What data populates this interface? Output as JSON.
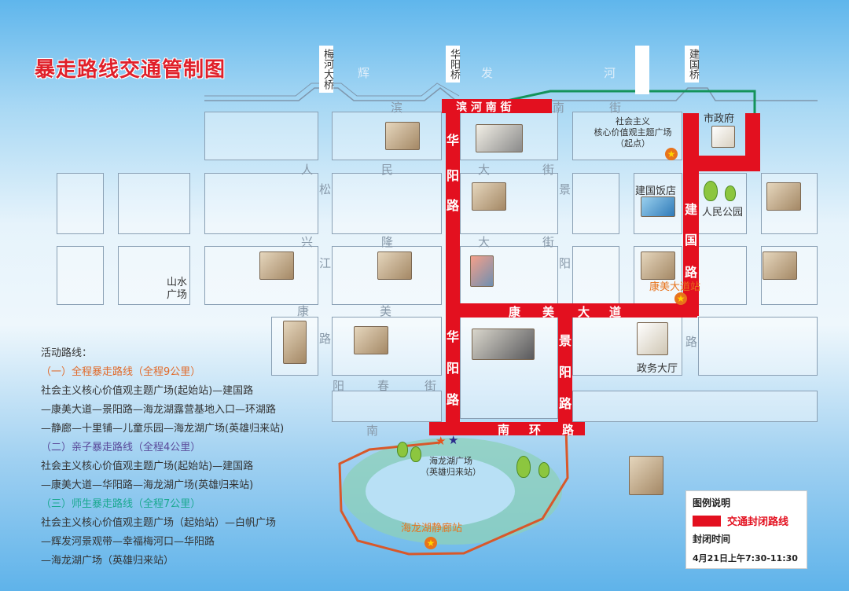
{
  "title": "暴走路线交通管制图",
  "river": [
    "辉",
    "发",
    "河"
  ],
  "bridges": [
    "梅河大桥",
    "华阳桥",
    "建国桥"
  ],
  "streets": {
    "binhe_left": "滨",
    "binhe_right1": "南",
    "binhe_right2": "街",
    "renmin": [
      "人",
      "民",
      "大",
      "街"
    ],
    "xinglong": [
      "兴",
      "隆",
      "大",
      "街"
    ],
    "kangmei_left": [
      "康",
      "美"
    ],
    "yangchun": [
      "阳",
      "春",
      "街"
    ],
    "nan": "南",
    "songjiang": [
      "松",
      "江",
      "路"
    ],
    "jingyang_top": [
      "景",
      "阳"
    ],
    "jianguo_right": "路",
    "lu_left": "路"
  },
  "closed_roads": {
    "binhe": "滨 河 南 街",
    "huayang": [
      "华",
      "阳",
      "路"
    ],
    "huayang2": [
      "华",
      "阳",
      "路"
    ],
    "jianguo": [
      "建",
      "国",
      "路"
    ],
    "kangmei": [
      "康",
      "美",
      "大",
      "道"
    ],
    "jingyang": [
      "景",
      "阳",
      "路"
    ],
    "nanhuan": [
      "南",
      "环",
      "路"
    ]
  },
  "places": {
    "square": [
      "社会主义",
      "核心价值观主题广场",
      "（起点）"
    ],
    "city_gov": "市政府",
    "hotel": "建国饭店",
    "park": "人民公园",
    "kangmei_station": "康美大道站",
    "gov_hall": "政务大厅",
    "shanshui": [
      "山水",
      "广场"
    ],
    "lake_square": [
      "海龙湖广场",
      "（英雄归来站）"
    ],
    "lake_station": "海龙湖静廊站"
  },
  "routes": {
    "heading": "活动路线：",
    "items": [
      {
        "title": "（一）全程暴走路线（全程9公里）",
        "color": "#e06a2a",
        "lines": [
          "社会主义核心价值观主题广场(起始站)—建国路",
          "—康美大道—景阳路—海龙湖露营基地入口—环湖路",
          "—静廊—十里铺—儿童乐园—海龙湖广场(英雄归来站)"
        ]
      },
      {
        "title": "（二）亲子暴走路线（全程4公里）",
        "color": "#5a4a9a",
        "lines": [
          "社会主义核心价值观主题广场(起始站)—建国路",
          "—康美大道—华阳路—海龙湖广场(英雄归来站)"
        ]
      },
      {
        "title": "（三）师生暴走路线（全程7公里）",
        "color": "#1aa890",
        "lines": [
          "社会主义核心价值观主题广场（起始站）—白帆广场",
          "—辉发河景观带—幸福梅河口—华阳路",
          "—海龙湖广场（英雄归来站）"
        ]
      }
    ]
  },
  "legend": {
    "title": "图例说明",
    "item": "交通封闭路线",
    "item_color": "#e3101f",
    "time_title": "封闭时间",
    "time": "4月21日上午7:30-11:30"
  },
  "colors": {
    "closed": "#e3101f",
    "route_green": "#14935a",
    "lake_route": "#d8582a"
  }
}
